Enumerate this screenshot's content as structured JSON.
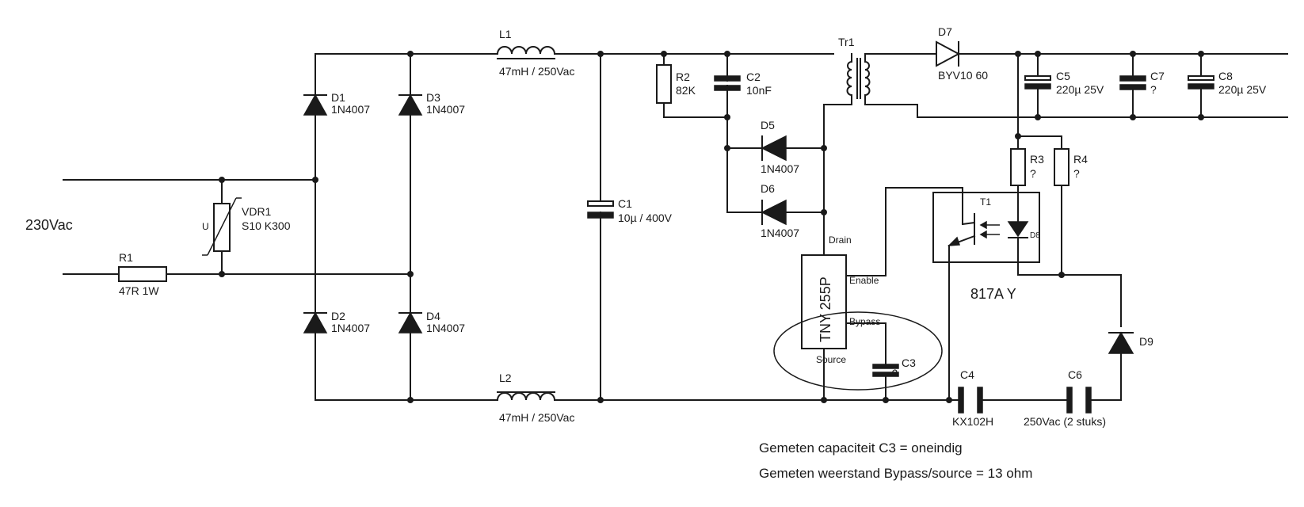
{
  "input": {
    "label": "230Vac"
  },
  "components": {
    "R1": {
      "ref": "R1",
      "value": "47R  1W"
    },
    "VDR1": {
      "ref": "VDR1",
      "value": "S10 K300",
      "symbol_letter": "U"
    },
    "D1": {
      "ref": "D1",
      "value": "1N4007"
    },
    "D2": {
      "ref": "D2",
      "value": "1N4007"
    },
    "D3": {
      "ref": "D3",
      "value": "1N4007"
    },
    "D4": {
      "ref": "D4",
      "value": "1N4007"
    },
    "L1": {
      "ref": "L1",
      "value": "47mH / 250Vac"
    },
    "L2": {
      "ref": "L2",
      "value": "47mH / 250Vac"
    },
    "C1": {
      "ref": "C1",
      "value": "10µ / 400V"
    },
    "R2": {
      "ref": "R2",
      "value": "82K"
    },
    "C2": {
      "ref": "C2",
      "value": "10nF"
    },
    "D5": {
      "ref": "D5",
      "value": "1N4007"
    },
    "D6": {
      "ref": "D6",
      "value": "1N4007"
    },
    "Tr1": {
      "ref": "Tr1"
    },
    "D7": {
      "ref": "D7",
      "value": "BYV10 60"
    },
    "C5": {
      "ref": "C5",
      "value": "220µ 25V"
    },
    "C7": {
      "ref": "C7",
      "value": "?"
    },
    "C8": {
      "ref": "C8",
      "value": "220µ 25V"
    },
    "R3": {
      "ref": "R3",
      "value": "?"
    },
    "R4": {
      "ref": "R4",
      "value": "?"
    },
    "T1": {
      "ref": "T1"
    },
    "D8": {
      "ref": "D8"
    },
    "opto": {
      "value": "817A Y"
    },
    "IC": {
      "value": "TNY 255P",
      "pins": {
        "drain": "Drain",
        "enable": "Enable",
        "bypass": "Bypass",
        "source": "Source"
      }
    },
    "C3": {
      "ref": "C3",
      "value": "?"
    },
    "D9": {
      "ref": "D9"
    },
    "C4": {
      "ref": "C4",
      "value": "KX102H"
    },
    "C6": {
      "ref": "C6",
      "value": "250Vac (2 stuks)"
    }
  },
  "notes": [
    "Gemeten capaciteit C3 = oneindig",
    "Gemeten weerstand Bypass/source = 13 ohm"
  ]
}
